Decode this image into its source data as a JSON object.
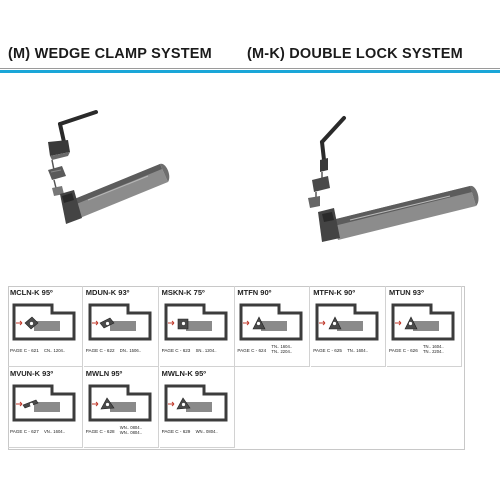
{
  "titles": {
    "left": "(M) WEDGE CLAMP SYSTEM",
    "right": "(M-K) DOUBLE LOCK SYSTEM"
  },
  "colors": {
    "accent": "#1aa6d8",
    "tool_dark": "#4a4a4a",
    "tool_mid": "#8a8a8a",
    "workpiece": "#3c3c3c"
  },
  "tools": [
    {
      "model": "MCLN-K 95º",
      "page": "PAGE C - 621",
      "inserts": [
        "CN.. 1204.."
      ]
    },
    {
      "model": "MDUN-K 93º",
      "page": "PAGE C - 622",
      "inserts": [
        "DN.. 1506.."
      ]
    },
    {
      "model": "MSKN-K 75º",
      "page": "PAGE C - 623",
      "inserts": [
        "SN.. 1204.."
      ]
    },
    {
      "model": "MTFN 90º",
      "page": "PAGE C - 624",
      "inserts": [
        "TN.. 1604..",
        "TN.. 2204.."
      ]
    },
    {
      "model": "MTFN-K 90º",
      "page": "PAGE C - 625",
      "inserts": [
        "TN.. 1604.."
      ]
    },
    {
      "model": "MTUN 93º",
      "page": "PAGE C - 626",
      "inserts": [
        "TN.. 1604..",
        "TN.. 2204.."
      ]
    },
    {
      "model": "MVUN-K 93º",
      "page": "PAGE C - 627",
      "inserts": [
        "VN.. 1604.."
      ]
    },
    {
      "model": "MWLN 95º",
      "page": "PAGE C - 628",
      "inserts": [
        "WN.. 0804..",
        "WN.. 0804.."
      ]
    },
    {
      "model": "MWLN-K 95º",
      "page": "PAGE C - 629",
      "inserts": [
        "WN.. 0804.."
      ]
    }
  ]
}
